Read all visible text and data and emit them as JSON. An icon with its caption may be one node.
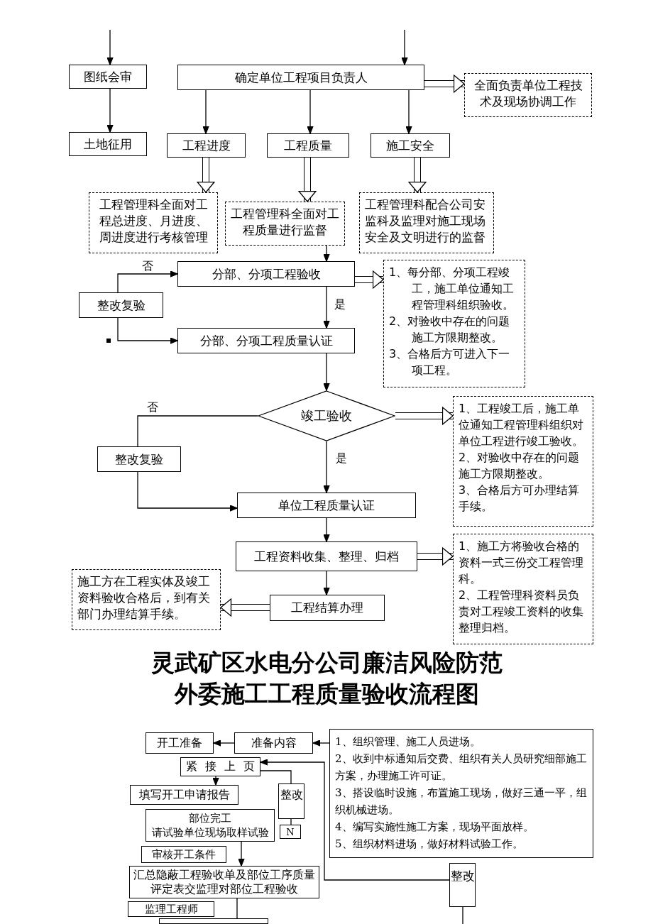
{
  "diagram": {
    "title": "灵武矿区水电分公司廉洁风险防范外委施工工程质量验收流程图",
    "nodes": [
      {
        "text": [
          "图纸会审"
        ]
      },
      {
        "text": [
          "确定单位工程项目负责人"
        ]
      },
      {
        "text": [
          "全面负责单位工程技术及现场协调工作"
        ]
      },
      {
        "text": [
          "土地征用"
        ]
      },
      {
        "text": [
          "工程进度"
        ]
      },
      {
        "text": [
          "工程质量"
        ]
      },
      {
        "text": [
          "施工安全"
        ]
      },
      {
        "text": [
          "工程管理科全面对工程总进度、月进度、周进度进行考核管理"
        ]
      },
      {
        "text": [
          "工程管理科全面对工程质量进行监督"
        ]
      },
      {
        "text": [
          "工程管理科配合公司安监科及监理对施工现场安全及文明进行的监督"
        ]
      },
      {
        "text": [
          "分部、分项工程验收"
        ]
      },
      {
        "text": [
          "1、每分部、分项工程竣工，施工单位通知工程管理科组织验收。",
          "2、对验收中存在的问题施工方限期整改。",
          "3、合格后方可进入下一项工程。"
        ]
      },
      {
        "text": [
          "整改复验"
        ]
      },
      {
        "text": [
          "分部、分项工程质量认证"
        ]
      },
      {
        "text": [
          "竣工验收"
        ]
      },
      {
        "text": [
          "1、工程竣工后，施工单位通知工程管理科组织对单位工程进行竣工验收。",
          "2、对验收中存在的问题施工方限期整改。",
          "3、合格后方可办理结算手续。"
        ]
      },
      {
        "text": [
          "整改复验"
        ]
      },
      {
        "text": [
          "单位工程质量认证"
        ]
      },
      {
        "text": [
          "工程资料收集、整理、归档"
        ]
      },
      {
        "text": [
          "1、施工方将验收合格的资料一式三份交工程管理科。",
          "2、工程管理科资料员负责对工程竣工资料的收集整理归档。"
        ]
      },
      {
        "text": [
          "施工方在工程实体及竣工资料验收合格后，到有关部门办理结算手续。"
        ]
      },
      {
        "text": [
          "工程结算办理"
        ]
      },
      {
        "text": [
          "开工准备"
        ]
      },
      {
        "text": [
          "准备内容"
        ]
      },
      {
        "text": [
          "1、组织管理、施工人员进场。",
          "2、收到中标通知后交费、组织有关人员研究细部施工方案，办理施工许可证。",
          "3、搭设临时设施，布置施工现场，做好三通一平，组织机械进场。",
          "4、编写实施性施工方案，现场平面放样。",
          "5、组织材料进场，做好材料试验工作。"
        ]
      },
      {
        "text": [
          "紧 接 上 页"
        ]
      },
      {
        "text": [
          "填写开工申请报告"
        ]
      },
      {
        "text": [
          "整改"
        ]
      },
      {
        "text": [
          "部位完工",
          "请试验单位现场取样试验"
        ]
      },
      {
        "text": [
          "N"
        ]
      },
      {
        "text": [
          "审核开工条件"
        ]
      },
      {
        "text": [
          "汇总隐蔽工程验收单及部位工序质量评定表交监理对部位工程验收"
        ]
      },
      {
        "text": [
          "监理工程师"
        ]
      },
      {
        "text": [],
        "shape": "box"
      },
      {
        "text": [
          "整改"
        ]
      }
    ],
    "edges": [
      {
        "from": null,
        "to": 0,
        "arrow": "to"
      },
      {
        "from": null,
        "to": 1,
        "arrow": "to"
      },
      {
        "from": 0,
        "to": 3,
        "arrow": "to"
      },
      {
        "from": 1,
        "to": 2,
        "arrow": "to",
        "style": "thick"
      },
      {
        "from": 1,
        "to": 4,
        "arrow": "to"
      },
      {
        "from": 1,
        "to": 5,
        "arrow": "to"
      },
      {
        "from": 1,
        "to": 6,
        "arrow": "to"
      },
      {
        "from": 4,
        "to": 7,
        "arrow": "to",
        "style": "thick"
      },
      {
        "from": 5,
        "to": 8,
        "arrow": "to",
        "style": "thick"
      },
      {
        "from": 6,
        "to": 9,
        "arrow": "to",
        "style": "thick"
      },
      {
        "from": 8,
        "to": 10,
        "arrow": "to"
      },
      {
        "from": 12,
        "to": 10,
        "arrow": "to",
        "label": "否"
      },
      {
        "from": 10,
        "to": 11,
        "arrow": "to",
        "style": "thick"
      },
      {
        "from": 10,
        "to": 13,
        "arrow": "to",
        "label": "是"
      },
      {
        "from": 12,
        "to": 13,
        "arrow": "to"
      },
      {
        "from": 13,
        "to": 14,
        "arrow": "to"
      },
      {
        "from": 14,
        "to": 16,
        "arrow": "none",
        "label": "否"
      },
      {
        "from": 14,
        "to": 17,
        "arrow": "to",
        "label": "是"
      },
      {
        "from": 14,
        "to": 15,
        "arrow": "to",
        "style": "thick"
      },
      {
        "from": 16,
        "to": 17,
        "arrow": "to"
      },
      {
        "from": 17,
        "to": 18,
        "arrow": "to"
      },
      {
        "from": 18,
        "to": 19,
        "arrow": "to",
        "style": "thick"
      },
      {
        "from": 18,
        "to": 21,
        "arrow": "to"
      },
      {
        "from": 21,
        "to": 20,
        "arrow": "to",
        "style": "thick"
      },
      {
        "from": 24,
        "to": 23,
        "arrow": "to"
      },
      {
        "from": 23,
        "to": 22,
        "arrow": "to"
      },
      {
        "from": 34,
        "to": 25,
        "arrow": "to"
      },
      {
        "from": 25,
        "to": 26,
        "arrow": "to"
      },
      {
        "from": 25,
        "to": 27,
        "arrow": "none"
      },
      {
        "from": 27,
        "to": 29,
        "arrow": "none"
      },
      {
        "from": 28,
        "to": 31,
        "arrow": "to"
      },
      {
        "from": 31,
        "to": 33,
        "arrow": "none"
      },
      {
        "from": 34,
        "to": null,
        "arrow": "none"
      }
    ]
  }
}
